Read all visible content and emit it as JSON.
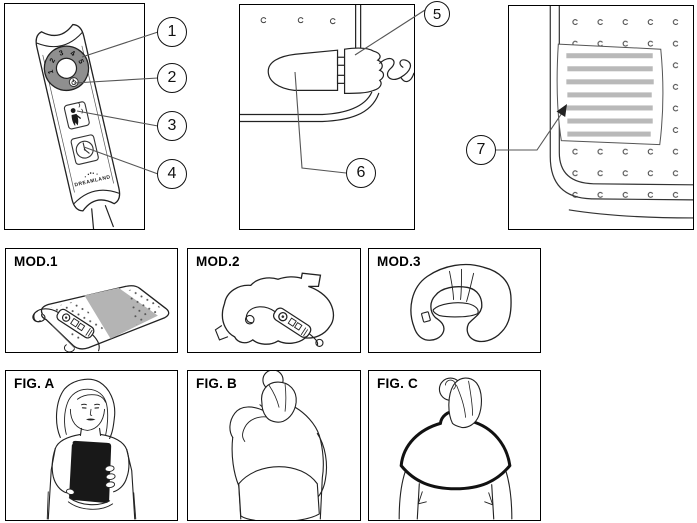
{
  "callouts": {
    "c1": "1",
    "c2": "2",
    "c3": "3",
    "c4": "4",
    "c5": "5",
    "c6": "6",
    "c7": "7"
  },
  "controller_panel": {
    "brand": "DREAMLAND",
    "dial_numbers": [
      "1",
      "2",
      "3",
      "4",
      "5"
    ]
  },
  "model_panels": [
    {
      "label": "MOD.1"
    },
    {
      "label": "MOD.2"
    },
    {
      "label": "MOD.3"
    }
  ],
  "figure_panels": [
    {
      "label": "FIG. A"
    },
    {
      "label": "FIG. B"
    },
    {
      "label": "FIG. C"
    }
  ],
  "colors": {
    "line": "#222222",
    "leader_line": "#555555",
    "dial_ring_gray": "#8f8f8f",
    "label_bar_gray": "#b9b9b9",
    "pad_stripe_gray": "#b4b4b4",
    "pad_black": "#181818",
    "background": "#ffffff"
  }
}
